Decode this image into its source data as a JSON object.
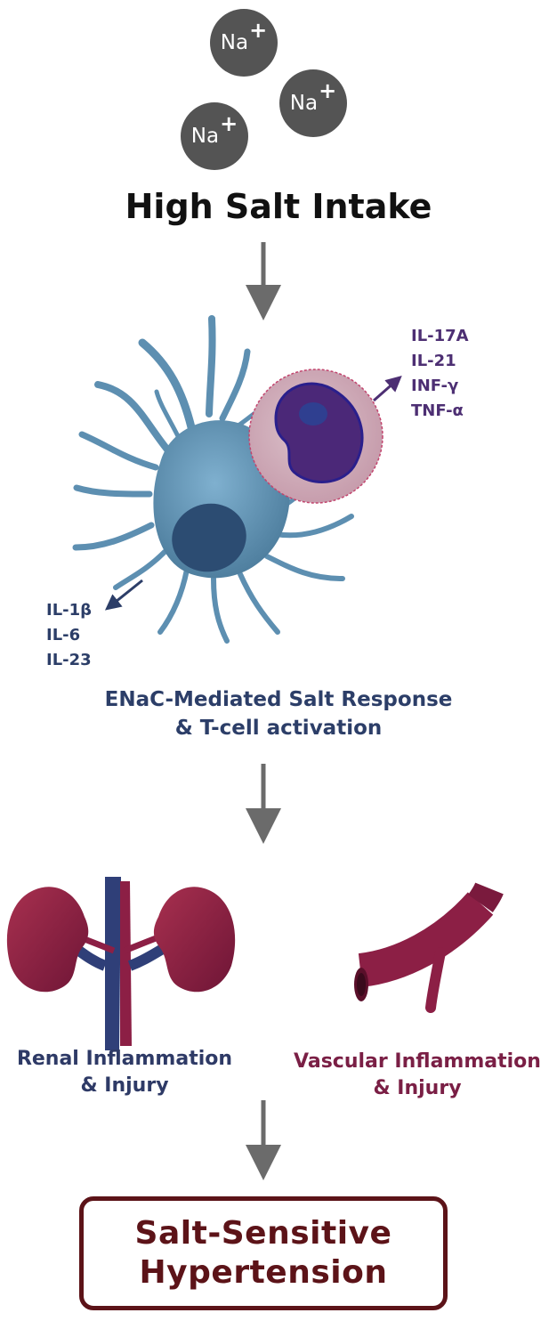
{
  "ions": [
    {
      "symbol": "Na",
      "charge": "+"
    },
    {
      "symbol": "Na",
      "charge": "+"
    },
    {
      "symbol": "Na",
      "charge": "+"
    }
  ],
  "title": "High Salt Intake",
  "tcell_cytokines": [
    "IL-17A",
    "IL-21",
    "INF-γ",
    "TNF-α"
  ],
  "dc_cytokines": [
    "IL-1β",
    "IL-6",
    "IL-23"
  ],
  "response_label": [
    "ENaC-Mediated Salt Response",
    "& T-cell activation"
  ],
  "renal_label": [
    "Renal Inflammation",
    "& Injury"
  ],
  "vascular_label": [
    "Vascular Inflammation",
    "& Injury"
  ],
  "outcome": [
    "Salt-Sensitive",
    "Hypertension"
  ],
  "colors": {
    "ion": "#545454",
    "arrow": "#6b6b6b",
    "dendritic_cell": "#5d8fb1",
    "nucleus": "#2c4c72",
    "tcell_body": "#d4b3bf",
    "tcell_nucleus": "#4b2878",
    "kidney": "#8c1f45",
    "vessel_blue": "#2f3f78",
    "box_border": "#5c1318"
  }
}
